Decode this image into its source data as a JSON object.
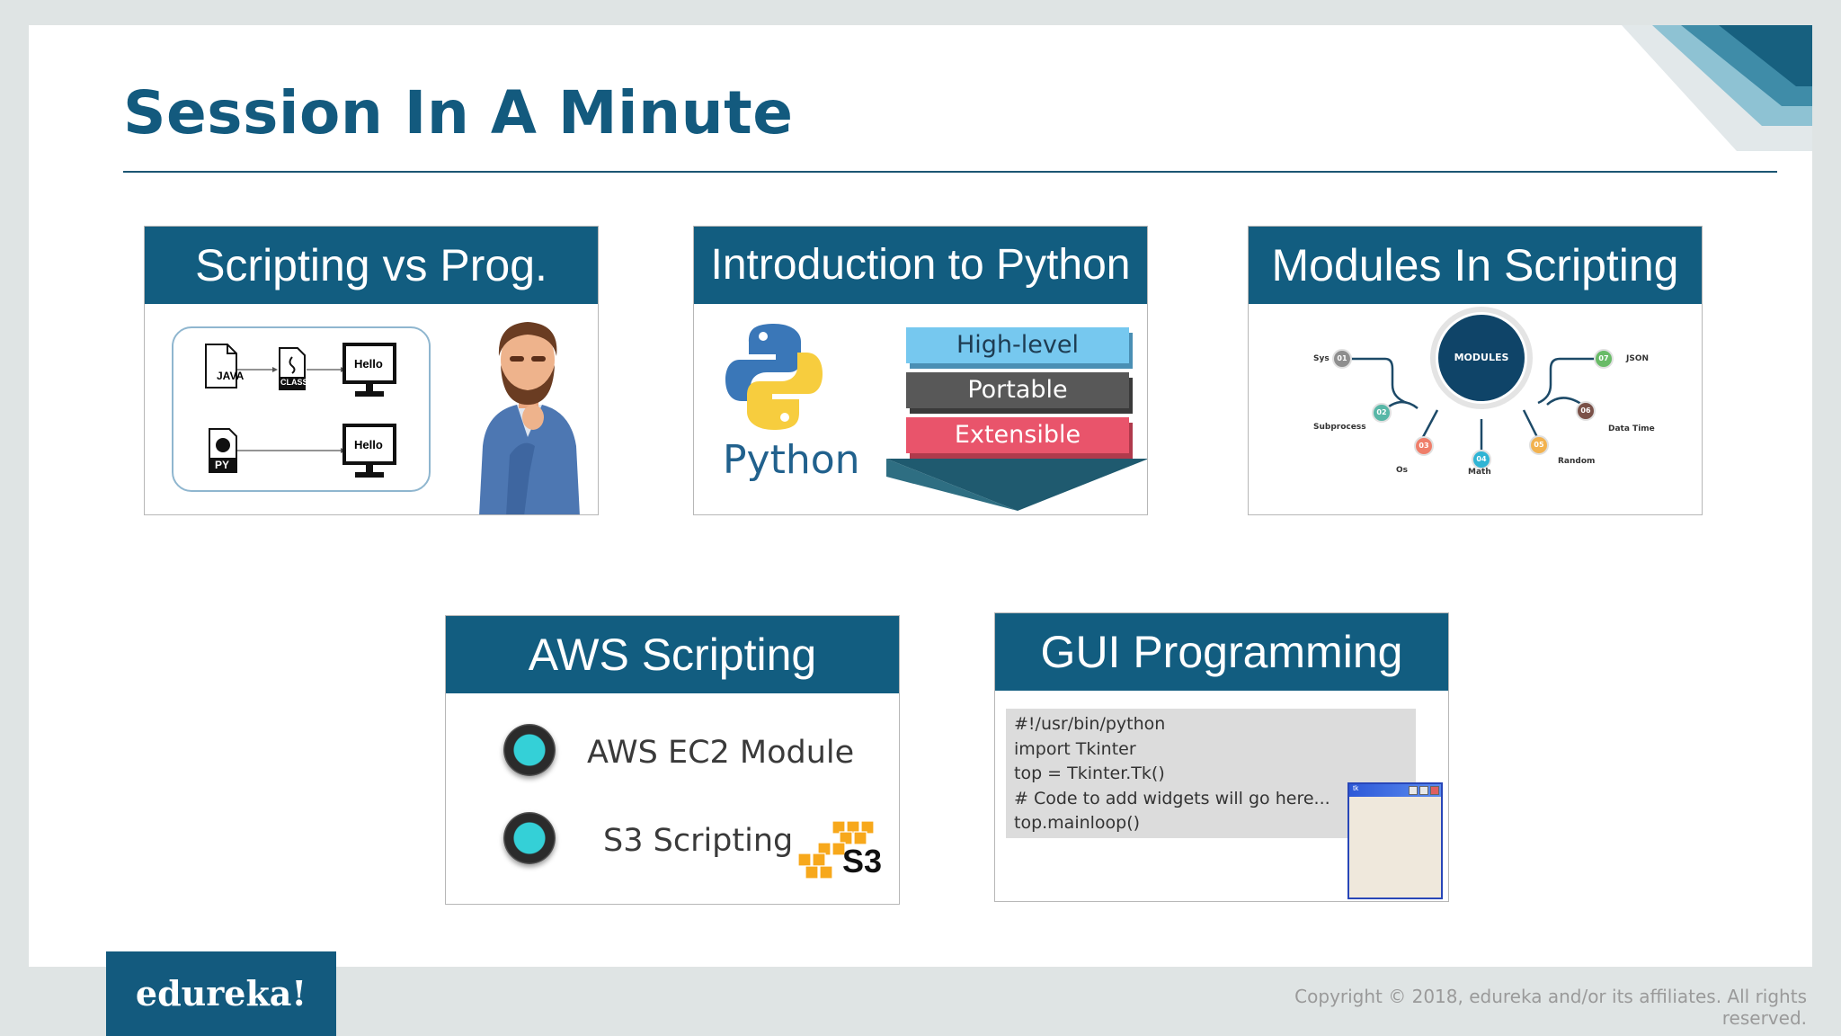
{
  "slide": {
    "title": "Session In A Minute",
    "colors": {
      "brand": "#135a7e",
      "header": "#125d80",
      "accent_teal": "#34d0d7"
    }
  },
  "cards": {
    "scripting_vs_prog": {
      "title": "Scripting vs Prog.",
      "file_java": "JAVA",
      "file_class": "CLASS",
      "file_py": "PY",
      "monitor_top": "Hello",
      "monitor_bottom": "Hello"
    },
    "intro_python": {
      "title": "Introduction to Python",
      "logo_text": "Python",
      "layers": [
        "High-level",
        "Portable",
        "Extensible"
      ],
      "layer_colors": [
        "#76c8ef",
        "#585858",
        "#e9546b"
      ]
    },
    "modules": {
      "title": "Modules In Scripting",
      "center": "MODULES",
      "items": [
        {
          "num": "01",
          "label": "Sys",
          "color": "#8e8e8e"
        },
        {
          "num": "02",
          "label": "Subprocess",
          "color": "#58b7a7"
        },
        {
          "num": "03",
          "label": "Os",
          "color": "#ef7e6a"
        },
        {
          "num": "04",
          "label": "Math",
          "color": "#2fb4d4"
        },
        {
          "num": "05",
          "label": "Random",
          "color": "#f2b24f"
        },
        {
          "num": "06",
          "label": "Data Time",
          "color": "#7a5148"
        },
        {
          "num": "07",
          "label": "JSON",
          "color": "#69bb67"
        }
      ]
    },
    "aws": {
      "title": "AWS Scripting",
      "items": [
        "AWS EC2 Module",
        "S3 Scripting"
      ],
      "s3_logo": "S3"
    },
    "gui": {
      "title": "GUI Programming",
      "code": [
        "#!/usr/bin/python",
        "import Tkinter",
        "top = Tkinter.Tk()",
        "# Code to add widgets will go here...",
        "top.mainloop()"
      ],
      "window_title": "tk"
    }
  },
  "footer": {
    "logo": "edureka!",
    "copyright": "Copyright © 2018, edureka and/or its affiliates. All rights reserved."
  }
}
